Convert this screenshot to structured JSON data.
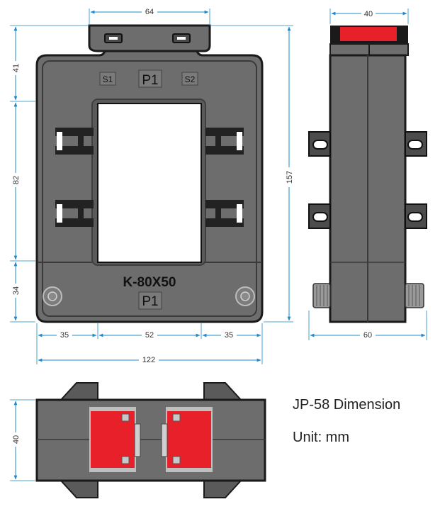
{
  "front": {
    "terminal_s1": "S1",
    "terminal_p1_top": "P1",
    "terminal_s2": "S2",
    "model": "K-80X50",
    "terminal_p1_bottom": "P1"
  },
  "dimensions": {
    "top_tab_width": "64",
    "overall_width": "122",
    "left_margin": "35",
    "window_width": "52",
    "right_margin": "35",
    "top_height": "41",
    "window_height": "82",
    "bottom_height": "34",
    "overall_height": "157",
    "side_top_width": "40",
    "side_bottom_width": "60",
    "bottom_view_height": "40"
  },
  "caption": {
    "title": "JP-58 Dimension",
    "unit": "Unit: mm"
  },
  "colors": {
    "body_gray": "#6d6d6d",
    "dark_outline": "#1a1a1a",
    "window_white": "#ffffff",
    "label_red": "#e8202a",
    "dimension_blue": "#1e88c8"
  }
}
